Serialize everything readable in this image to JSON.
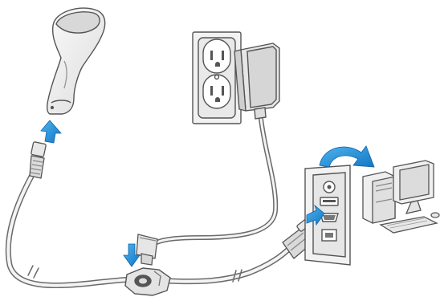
{
  "diagram": {
    "components": [
      {
        "id": "scanner",
        "icon": "handheld-barcode-scanner-icon"
      },
      {
        "id": "wall-outlet",
        "icon": "power-outlet-icon"
      },
      {
        "id": "power-adapter",
        "icon": "power-adapter-icon"
      },
      {
        "id": "cable",
        "icon": "interface-cable-icon"
      },
      {
        "id": "power-plug",
        "icon": "dc-power-plug-icon"
      },
      {
        "id": "serial-connector",
        "icon": "db9-serial-connector-icon"
      },
      {
        "id": "computer-back-panel",
        "icon": "computer-ports-panel-icon"
      },
      {
        "id": "computer",
        "icon": "desktop-computer-icon"
      }
    ],
    "arrows": [
      {
        "id": "insert-cable-into-scanner",
        "color": "#1e8fd6"
      },
      {
        "id": "insert-power-plug",
        "color": "#1e8fd6"
      },
      {
        "id": "insert-serial-connector",
        "color": "#1e8fd6"
      },
      {
        "id": "computer-rear-view",
        "color": "#1e8fd6"
      }
    ],
    "colors": {
      "accent": "#1e8fd6",
      "outline": "#555555",
      "fill_light": "#f2f2f2",
      "fill_mid": "#e3e3e3"
    }
  }
}
